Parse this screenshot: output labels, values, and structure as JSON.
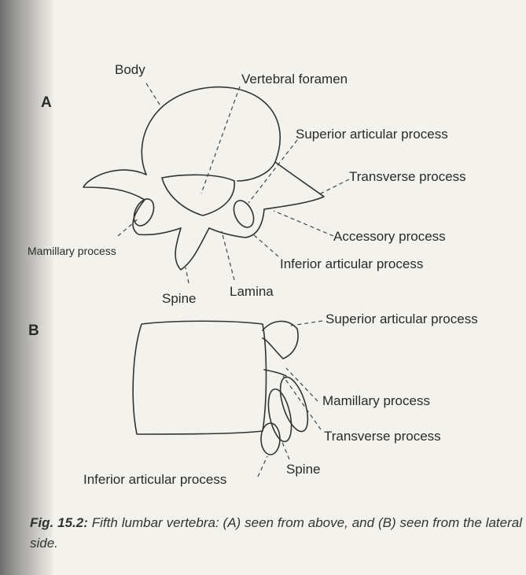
{
  "panel_a": {
    "letter": "A",
    "labels": {
      "body": "Body",
      "vertebral_foramen": "Vertebral foramen",
      "superior_articular": "Superior articular process",
      "transverse": "Transverse process",
      "accessory": "Accessory process",
      "inferior_articular": "Inferior articular process",
      "mamillary": "Mamillary process",
      "spine": "Spine",
      "lamina": "Lamina"
    }
  },
  "panel_b": {
    "letter": "B",
    "labels": {
      "superior_articular": "Superior articular process",
      "mamillary": "Mamillary process",
      "transverse": "Transverse process",
      "spine": "Spine",
      "inferior_articular": "Inferior articular process"
    }
  },
  "caption": {
    "fig_number": "Fig. 15.2:",
    "text": "Fifth lumbar vertebra: (A) seen from above, and (B) seen from the lateral side."
  }
}
